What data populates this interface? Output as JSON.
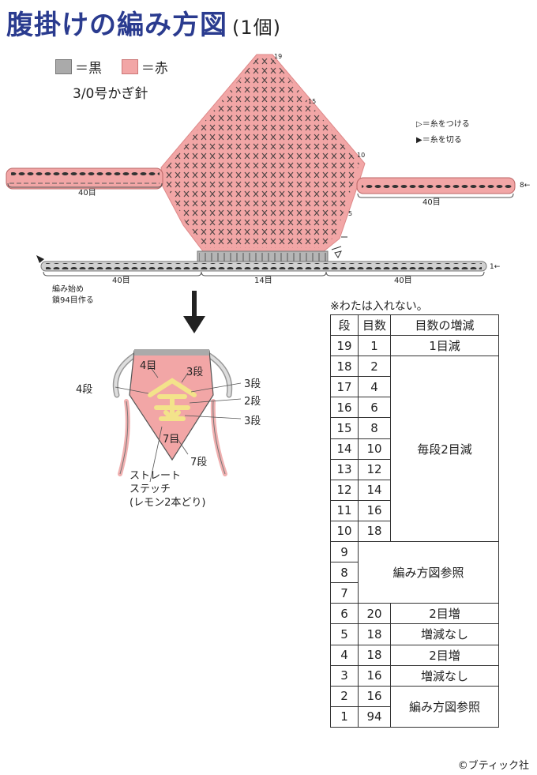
{
  "title": "腹掛けの編み方図",
  "title_sub": "(1個)",
  "legend": {
    "black": "＝黒",
    "red": "＝赤",
    "hook": "3/0号かぎ針"
  },
  "colors": {
    "black": "#aaaaaa",
    "red": "#f2a6a6",
    "yellow": "#f3e38a",
    "navy": "#2a3b8f"
  },
  "symbols": {
    "attach": "＝糸をつける",
    "cut": "＝糸を切る"
  },
  "chart_labels": {
    "left_count": "40目",
    "right_count": "40目",
    "bottom_left": "40目",
    "bottom_mid": "14目",
    "bottom_right": "40目",
    "start_line1": "編み始め",
    "start_line2": "鎖94目作る",
    "row_19": "19",
    "row_15": "15",
    "row_10": "10",
    "row_5": "5",
    "row_8": "8←",
    "row_1": "1←"
  },
  "finished": {
    "lbl_4me": "4目",
    "lbl_3dan_top": "3段",
    "lbl_4dan": "4段",
    "lbl_3dan_r": "3段",
    "lbl_2dan": "2段",
    "lbl_3dan_r2": "3段",
    "lbl_7me": "7目",
    "lbl_7dan": "7段",
    "stitch1": "ストレート",
    "stitch2": "ステッチ",
    "stitch3": "(レモン2本どり)"
  },
  "table_note": "※わたは入れない。",
  "table": {
    "headers": [
      "段",
      "目数",
      "目数の増減"
    ],
    "r19": {
      "dan": "19",
      "me": "1",
      "change": "1目減"
    },
    "r18": {
      "dan": "18",
      "me": "2"
    },
    "r17": {
      "dan": "17",
      "me": "4"
    },
    "r16": {
      "dan": "16",
      "me": "6"
    },
    "r15": {
      "dan": "15",
      "me": "8"
    },
    "r14": {
      "dan": "14",
      "me": "10"
    },
    "r13": {
      "dan": "13",
      "me": "12"
    },
    "r12": {
      "dan": "12",
      "me": "14"
    },
    "r11": {
      "dan": "11",
      "me": "16"
    },
    "r10": {
      "dan": "10",
      "me": "18"
    },
    "merge_18_10": "毎段2目減",
    "r9": {
      "dan": "9"
    },
    "r8": {
      "dan": "8"
    },
    "r7": {
      "dan": "7"
    },
    "merge_9_7": "編み方図参照",
    "r6": {
      "dan": "6",
      "me": "20",
      "change": "2目増"
    },
    "r5": {
      "dan": "5",
      "me": "18",
      "change": "増減なし"
    },
    "r4": {
      "dan": "4",
      "me": "18",
      "change": "2目増"
    },
    "r3": {
      "dan": "3",
      "me": "16",
      "change": "増減なし"
    },
    "r2": {
      "dan": "2",
      "me": "16"
    },
    "r1": {
      "dan": "1",
      "me": "94"
    },
    "merge_2_1": "編み方図参照"
  },
  "copyright": "©ブティック社"
}
